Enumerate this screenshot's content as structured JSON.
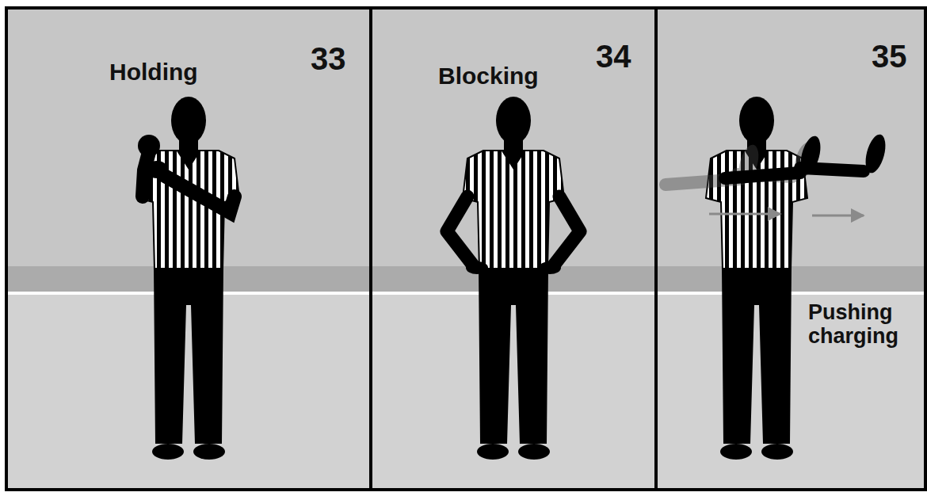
{
  "diagram": {
    "nodes": [
      {
        "text": [
          "Holding",
          "33"
        ]
      },
      {
        "text": [
          "Blocking",
          "34"
        ]
      },
      {
        "text": [
          "35",
          "Pushing charging"
        ]
      }
    ]
  }
}
